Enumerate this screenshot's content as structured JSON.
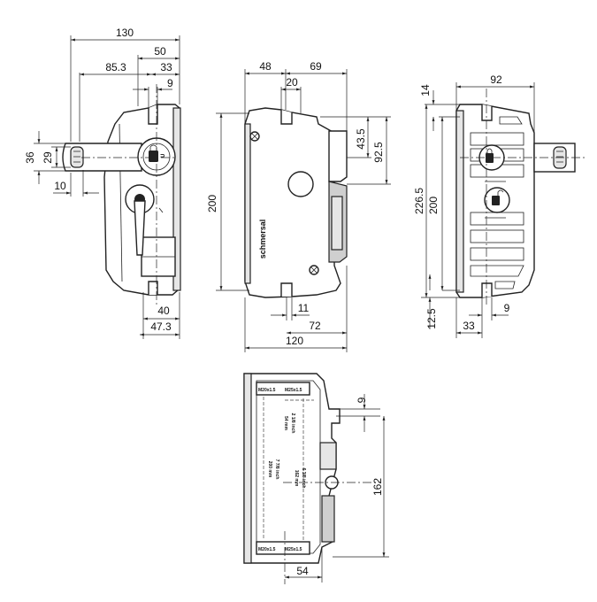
{
  "brand": "schmersal",
  "icons": {
    "lock": "padlock-icon",
    "unlock": "open-padlock-icon",
    "screw": "screw-icon"
  },
  "front_view": {
    "dims": {
      "d130": "130",
      "d50": "50",
      "d85_3": "85.3",
      "d33": "33",
      "d9": "9",
      "d36": "36",
      "d29": "29",
      "d10": "10",
      "d40": "40",
      "d47_3": "47.3"
    }
  },
  "side_view": {
    "dims": {
      "d48": "48",
      "d69": "69",
      "d20": "20",
      "d43_5": "43.5",
      "d92_5": "92.5",
      "d200": "200",
      "d11": "11",
      "d72": "72",
      "d120": "120"
    }
  },
  "rear_view": {
    "dims": {
      "d92": "92",
      "d14": "14",
      "d226_5": "226.5",
      "d200": "200",
      "d12_5": "12.5",
      "d9": "9",
      "d33": "33"
    }
  },
  "bottom_view": {
    "dims": {
      "d9": "9",
      "d162": "162",
      "d54": "54"
    },
    "labels": {
      "m20_top": "M20x1.5",
      "m25_top": "M25x1.5",
      "m20_bottom": "M20x1.5",
      "m25_bottom": "M25x1.5",
      "left_bore_mm": "200 mm",
      "left_bore_inch": "7 7/8 inch",
      "right_bore_mm": "162 mm",
      "right_bore_inch": "6 3/8 inch",
      "top_bore_mm": "54 mm",
      "top_bore_inch": "2 1/8 inch"
    }
  }
}
